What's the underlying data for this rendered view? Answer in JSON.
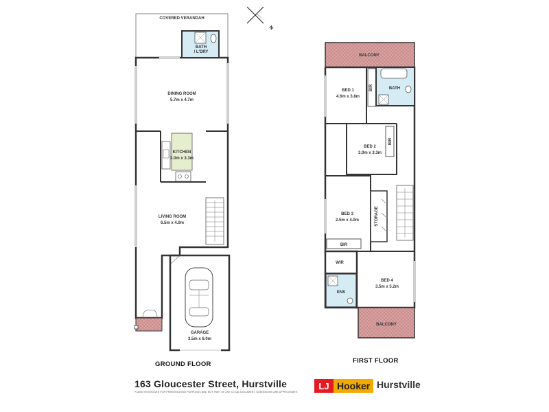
{
  "ground_floor": {
    "title": "GROUND FLOOR",
    "rooms": {
      "verandah": {
        "name": "COVERED VERANDAH"
      },
      "bath_ldry": {
        "name1": "BATH",
        "name2": "/ L'DRY"
      },
      "dining": {
        "name": "DINING ROOM",
        "size": "5.7m x 4.7m"
      },
      "kitchen": {
        "name": "KITCHEN",
        "size": "3.0m x 3.3m"
      },
      "living": {
        "name": "LIVING ROOM",
        "size": "6.5m x 4.0m"
      },
      "garage": {
        "name": "GARAGE",
        "size": "3.5m x 6.0m"
      }
    }
  },
  "first_floor": {
    "title": "FIRST FLOOR",
    "rooms": {
      "balcony_top": {
        "name": "BALCONY"
      },
      "bed1": {
        "name": "BED 1",
        "size": "4.6m x 3.8m"
      },
      "bir1": {
        "name": "BIR"
      },
      "bath": {
        "name": "BATH"
      },
      "bed2": {
        "name": "BED 2",
        "size": "3.0m x 3.3m"
      },
      "bir2": {
        "name": "BIR"
      },
      "bed3": {
        "name": "BED 3",
        "size": "2.5m x 4.0m"
      },
      "bir3": {
        "name": "BIR"
      },
      "storage": {
        "name": "STORAGE"
      },
      "wir": {
        "name": "WIR"
      },
      "ens": {
        "name": "ENS"
      },
      "bed4": {
        "name": "BED 4",
        "size": "3.5m x 5.2m"
      },
      "balcony_bottom": {
        "name": "BALCONY"
      }
    }
  },
  "compass": {
    "label": "N"
  },
  "footer": {
    "address": "163 Gloucester Street, Hurstville",
    "disclaimer": "PLANS SHOWN ARE FOR PRESENTATION PURPOSES AND NOT PART OF ANY LEGAL DOCUMENT. DIMENSIONS ARE APPROXIMATE.",
    "brand_mark": "LJ",
    "brand_name": "Hooker",
    "office": "Hurstville"
  },
  "colors": {
    "wall": "#333333",
    "bathroom": "#d6ecf5",
    "kitchen": "#e6eecf",
    "balcony": "#d9a3a3",
    "brand_red": "#e31b23",
    "brand_gold": "#f2a900"
  }
}
